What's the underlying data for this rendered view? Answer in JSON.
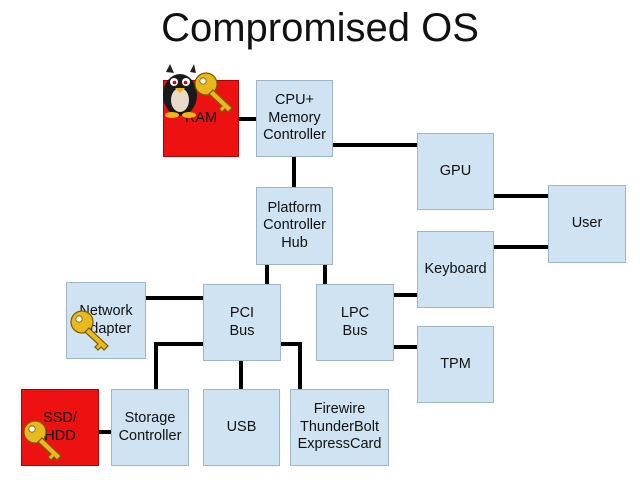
{
  "title": "Compromised OS",
  "colors": {
    "box_fill": "#cfe3f2",
    "compromised_fill": "#ee1111",
    "connector": "#000000",
    "key": "#e8b91e"
  },
  "nodes": {
    "ram": "RAM",
    "cpu": "CPU+\nMemory\nController",
    "gpu": "GPU",
    "user": "User",
    "pch": "Platform\nController\nHub",
    "keyboard": "Keyboard",
    "network": "Network\nAdapter",
    "pci": "PCI\nBus",
    "lpc": "LPC\nBus",
    "tpm": "TPM",
    "ssd": "SSD/\nHDD",
    "storage": "Storage\nController",
    "usb": "USB",
    "firewire": "Firewire\nThunderBolt\nExpressCard"
  },
  "icons": {
    "ram": [
      "devil-penguin-icon",
      "key-icon"
    ],
    "network": [
      "key-icon"
    ],
    "ssd": [
      "key-icon"
    ]
  }
}
